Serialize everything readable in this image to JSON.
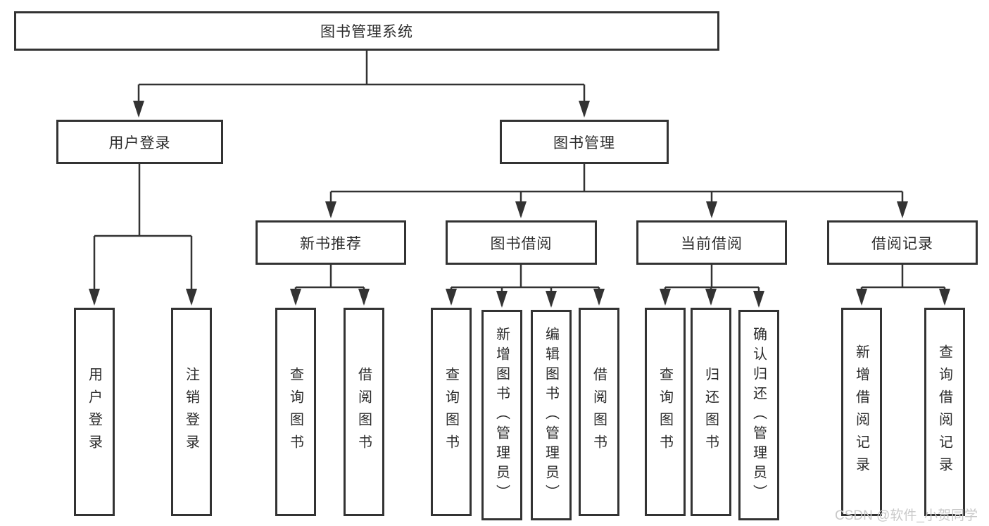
{
  "colors": {
    "line": "#333333",
    "box_border": "#333333",
    "box_fill": "#ffffff",
    "text": "#2b2b2b",
    "watermark_text": "#c9c9c9"
  },
  "tree": {
    "root": {
      "label": "图书管理系统"
    },
    "level1": [
      {
        "label": "用户登录",
        "children": [
          {
            "label": "用户登录"
          },
          {
            "label": "注销登录"
          }
        ]
      },
      {
        "label": "图书管理",
        "children": [
          {
            "label": "新书推荐",
            "children": [
              {
                "label": "查询图书"
              },
              {
                "label": "借阅图书"
              }
            ]
          },
          {
            "label": "图书借阅",
            "children": [
              {
                "label": "查询图书"
              },
              {
                "label": "新增图书（管理员）"
              },
              {
                "label": "编辑图书（管理员）"
              },
              {
                "label": "借阅图书"
              }
            ]
          },
          {
            "label": "当前借阅",
            "children": [
              {
                "label": "查询图书"
              },
              {
                "label": "归还图书"
              },
              {
                "label": "确认归还（管理员）"
              }
            ]
          },
          {
            "label": "借阅记录",
            "children": [
              {
                "label": "新增借阅记录"
              },
              {
                "label": "查询借阅记录"
              }
            ]
          }
        ]
      }
    ]
  },
  "watermark": {
    "label": "CSDN @软件_小贺同学"
  }
}
